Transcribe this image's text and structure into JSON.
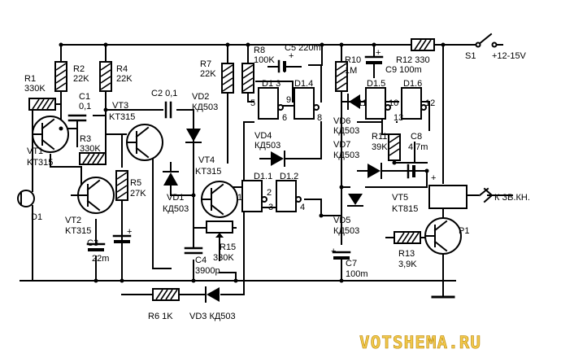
{
  "labels": {
    "R1": "R1",
    "R1v": "330K",
    "R2": "R2",
    "R2v": "22K",
    "R3": "R3",
    "R3v": "330K",
    "R4": "R4",
    "R4v": "22K",
    "R5": "R5",
    "R5v": "27K",
    "R6": "R6 1K",
    "R7": "R7",
    "R7v": "22K",
    "R8": "R8",
    "R8v": "100K",
    "R10": "R10",
    "R10v": "1M",
    "R11": "R11",
    "R11v": "39K",
    "R12": "R12 330",
    "R13": "R13",
    "R13v": "3,9K",
    "R15": "R15",
    "R15v": "330K",
    "C1": "C1",
    "C1v": "0,1",
    "C2": "C2 0,1",
    "C3": "C3",
    "C3v": "22m",
    "C4": "C4",
    "C4v": "3900p",
    "C5": "C5 220m",
    "C7": "C7",
    "C7v": "100m",
    "C8": "C8",
    "C8v": "4,7m",
    "C9": "C9 100m",
    "VT1": "VT1",
    "VT1t": "KT315",
    "VT2": "VT2",
    "VT2t": "KT315",
    "VT3": "VT3",
    "VT3t": "KT315",
    "VT4": "VT4",
    "VT4t": "KT315",
    "VT5": "VT5",
    "VT5t": "KT815",
    "VD1": "VD1",
    "VD1t": "КД503",
    "VD2": "VD2",
    "VD2t": "КД503",
    "VD3": "VD3 КД503",
    "VD4": "VD4",
    "VD4t": "КД503",
    "VD5": "VD5",
    "VD5t": "КД503",
    "VD6": "VD6",
    "VD6t": "КД503",
    "VD7": "VD7",
    "VD7t": "КД503",
    "D1": "D1",
    "D13": "D1 3",
    "D14": "D1.4",
    "D11": "D1.1",
    "D12": "D1.2",
    "D15": "D1.5",
    "D16": "D1.6",
    "P1": "P1",
    "S1": "S1",
    "supply": "+12-15V",
    "load": "К ЗВ.КН.",
    "pins": [
      "5",
      "6",
      "9",
      "8",
      "1",
      "2",
      "3",
      "4",
      "11",
      "10",
      "13",
      "12"
    ],
    "plus": "+"
  },
  "watermark": "VOTSHEMA.RU",
  "colors": {
    "watermark_fill": "#f2c94c",
    "watermark_stroke": "#b8860b",
    "ink": "#000000"
  }
}
